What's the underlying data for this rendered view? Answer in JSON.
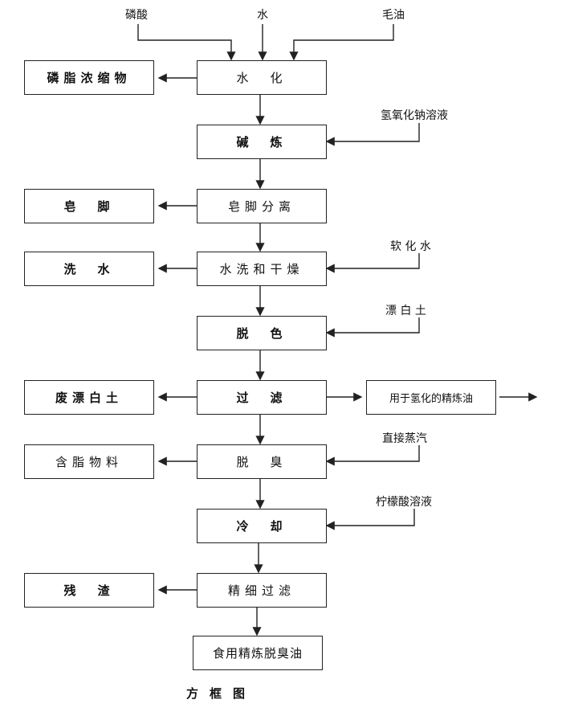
{
  "inputs_top": {
    "phosphoric_acid": "磷酸",
    "water": "水",
    "crude_oil": "毛油"
  },
  "main_steps": {
    "hydration": "水　化",
    "alkali_refining": "碱　炼",
    "soapstock_separation": "皂脚分离",
    "washing_drying": "水洗和干燥",
    "decolorization": "脱　色",
    "filtration": "过　滤",
    "deodorization": "脱　臭",
    "cooling": "冷　却",
    "fine_filtration": "精细过滤",
    "final_product": "食用精炼脱臭油"
  },
  "side_outputs": {
    "phospholipid_concentrate": "磷脂浓缩物",
    "soapstock": "皂　脚",
    "wash_water": "洗　水",
    "spent_bleaching_earth": "废漂白土",
    "fat_containing_material": "含脂物料",
    "residue": "残　渣",
    "hydrogenation_oil": "用于氢化的精炼油"
  },
  "side_inputs": {
    "naoh_solution": "氢氧化钠溶液",
    "softened_water": "软 化 水",
    "bleaching_earth": "漂 白 土",
    "direct_steam": "直接蒸汽",
    "citric_acid_solution": "柠檬酸溶液"
  },
  "caption": "方框图"
}
